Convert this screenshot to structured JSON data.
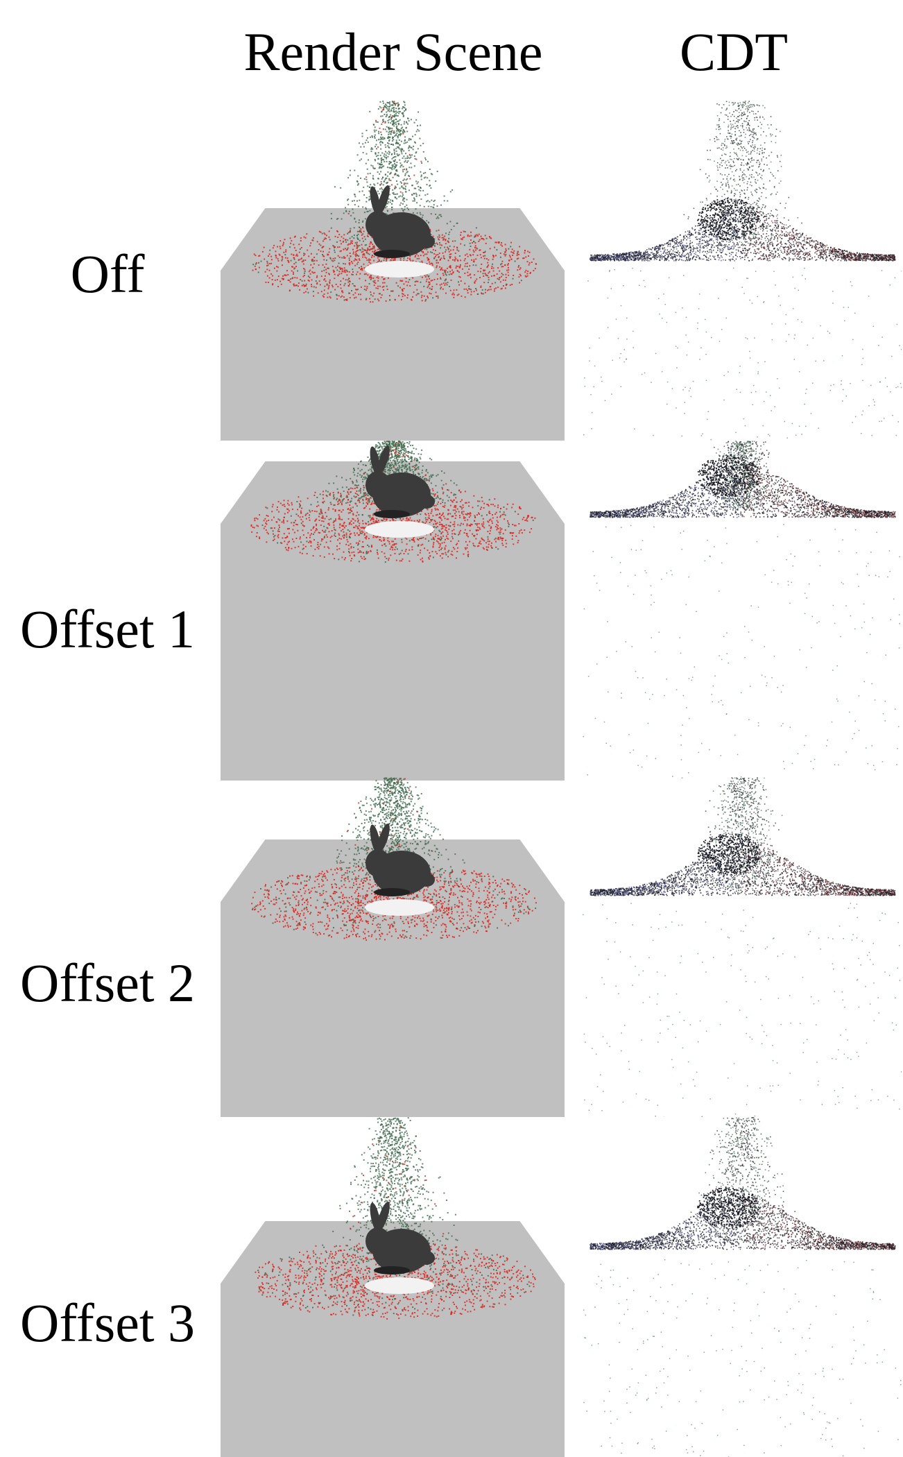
{
  "columns": {
    "render": "Render Scene",
    "cdt": "CDT"
  },
  "rows": [
    {
      "label": "Off"
    },
    {
      "label": "Offset 1"
    },
    {
      "label": "Offset 2"
    },
    {
      "label": "Offset 3"
    }
  ],
  "colors": {
    "floor": "#c0c0c0",
    "plume_particle": "#3f6a4c",
    "splash_particle": "#e0221a",
    "bunny": "#3b3b3b",
    "cdt_particle": "#1d1d26",
    "cdt_particle_red": "#8a3a3a",
    "cdt_particle_blue": "#4b5290"
  }
}
